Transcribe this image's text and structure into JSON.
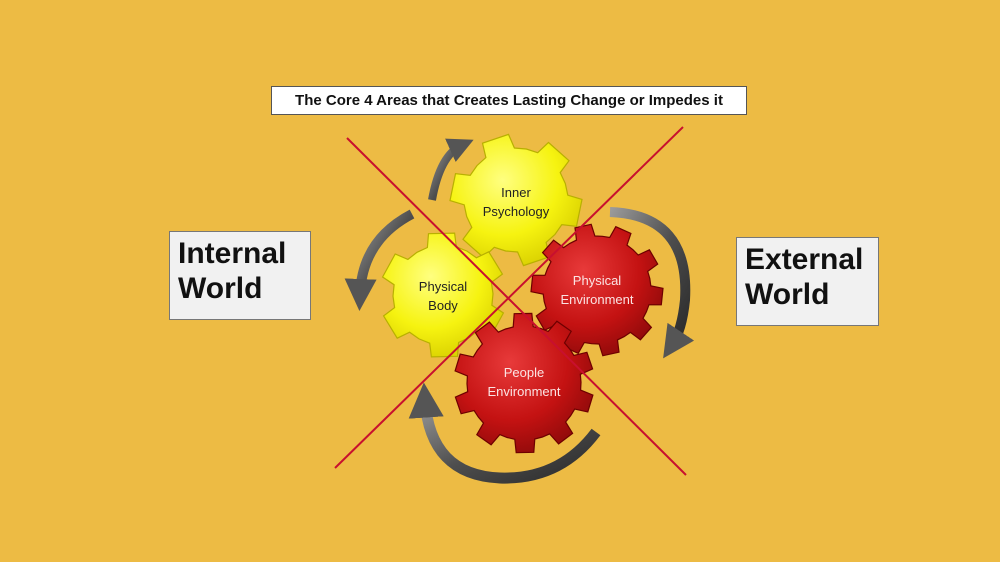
{
  "title": "The Core 4 Areas that Creates Lasting Change or Impedes it",
  "internal": {
    "line1": "Internal",
    "line2": "World"
  },
  "external": {
    "line1": "External",
    "line2": "World"
  },
  "gears": {
    "inner_psychology": {
      "line1": "Inner",
      "line2": "Psychology",
      "color": "#F6F310"
    },
    "physical_body": {
      "line1": "Physical",
      "line2": "Body",
      "color": "#F6F310"
    },
    "physical_environment": {
      "line1": "Physical",
      "line2": "Environment",
      "color": "#C81414"
    },
    "people_environment": {
      "line1": "People",
      "line2": "Environment",
      "color": "#C81414"
    }
  },
  "colors": {
    "background": "#EDBB44",
    "cross": "#C8102E",
    "arrow": "#6A6A6A"
  }
}
